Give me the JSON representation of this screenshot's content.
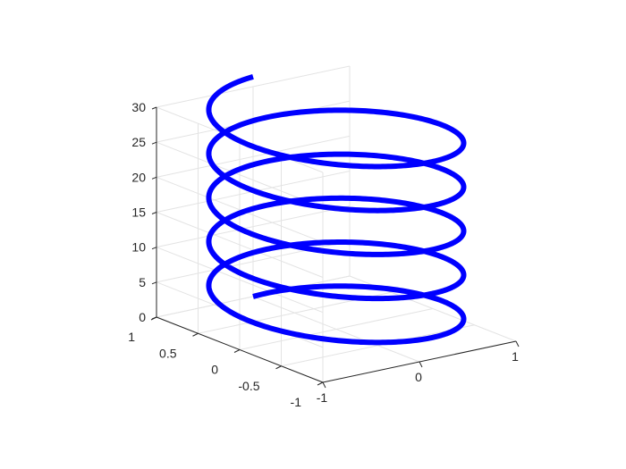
{
  "chart_data": {
    "type": "line",
    "projection": "3d-isometric",
    "title": "",
    "xlabel": "",
    "ylabel": "",
    "zlabel": "",
    "grid": true,
    "box": false,
    "xlim": [
      -1,
      1
    ],
    "ylim": [
      -1,
      1
    ],
    "zlim": [
      0,
      30
    ],
    "xticks": [
      -1,
      0,
      1
    ],
    "xtick_labels": [
      "-1",
      "0",
      "1"
    ],
    "yticks": [
      -1,
      -0.5,
      0,
      0.5,
      1
    ],
    "ytick_labels": [
      "-1",
      "-0.5",
      "0",
      "0.5",
      "1"
    ],
    "zticks": [
      0,
      5,
      10,
      15,
      20,
      25,
      30
    ],
    "ztick_labels": [
      "0",
      "5",
      "10",
      "15",
      "20",
      "25",
      "30"
    ],
    "series": [
      {
        "color": "#0000ff",
        "function": {
          "x": "sin(t)",
          "y": "cos(t)",
          "z": "t",
          "t_range": [
            0,
            31.4159
          ]
        }
      }
    ]
  }
}
